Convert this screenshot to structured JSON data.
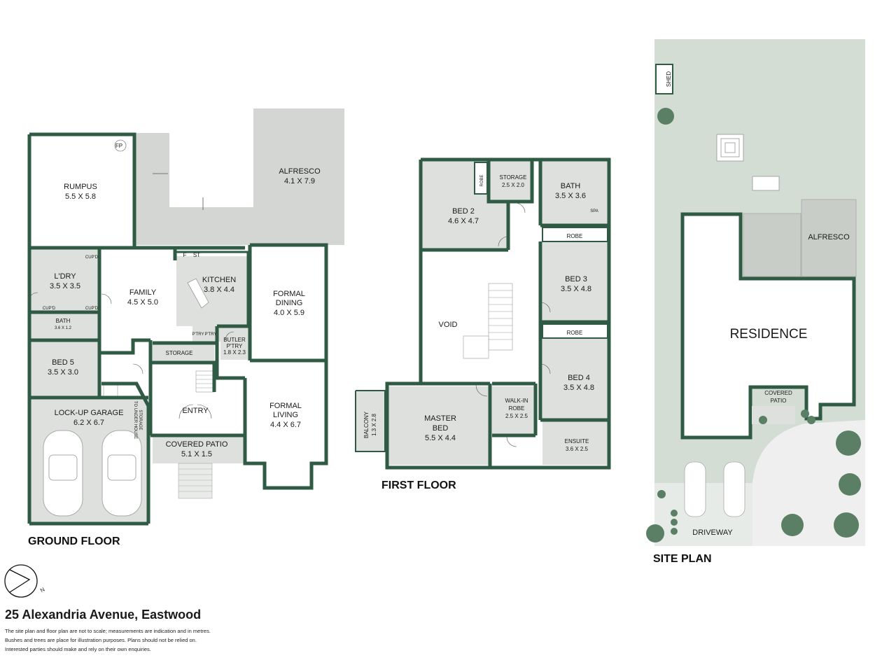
{
  "colors": {
    "wall": "#2f5a43",
    "room_fill": "#dde0dd",
    "outdoor_fill": "#d3d6d3",
    "site_fill": "#d4ddd4",
    "tree": "#5a7f64"
  },
  "ground_floor": {
    "label": "GROUND FLOOR",
    "rooms": {
      "rumpus": {
        "name": "RUMPUS",
        "dims": "5.5 X 5.8",
        "fp": "FP"
      },
      "alfresco": {
        "name": "ALFRESCO",
        "dims": "4.1 X 7.9"
      },
      "laundry": {
        "name": "L'DRY",
        "dims": "3.5 X 3.5",
        "cupd": "CUP'D"
      },
      "bath": {
        "name": "BATH",
        "dims": "3.6 X 1.2"
      },
      "family": {
        "name": "FAMILY",
        "dims": "4.5 X 5.0"
      },
      "kitchen": {
        "name": "KITCHEN",
        "dims": "3.8 X 4.4",
        "f": "F",
        "st": "ST",
        "ptry": "P'TRY"
      },
      "formal_dining": {
        "name1": "FORMAL",
        "name2": "DINING",
        "dims": "4.0 X 5.9"
      },
      "butler_pantry": {
        "name1": "BUTLER",
        "name2": "P'TRY",
        "dims": "1.8 X 2.3"
      },
      "storage": {
        "name": "STORAGE"
      },
      "bed5": {
        "name": "BED 5",
        "dims": "3.5 X 3.0"
      },
      "garage": {
        "name": "LOCK-UP GARAGE",
        "dims": "6.2 X 6.7",
        "note1": "TO UNDER HOUSE",
        "note2": "STORAGE"
      },
      "entry": {
        "name": "ENTRY"
      },
      "formal_living": {
        "name1": "FORMAL",
        "name2": "LIVING",
        "dims": "4.4 X 6.7"
      },
      "covered_patio": {
        "name": "COVERED PATIO",
        "dims": "5.1 X 1.5"
      }
    }
  },
  "first_floor": {
    "label": "FIRST FLOOR",
    "rooms": {
      "bed2": {
        "name": "BED 2",
        "dims": "4.6 X 4.7",
        "robe": "ROBE"
      },
      "storage": {
        "name": "STORAGE",
        "dims": "2.5 X 2.0"
      },
      "bath": {
        "name": "BATH",
        "dims": "3.5 X 3.6",
        "spa": "SPA"
      },
      "bed3": {
        "name": "BED 3",
        "dims": "3.5 X 4.8",
        "robe": "ROBE"
      },
      "void": {
        "name": "VOID"
      },
      "bed4": {
        "name": "BED 4",
        "dims": "3.5 X 4.8",
        "robe": "ROBE"
      },
      "balcony": {
        "name": "BALCONY",
        "dims": "1.3 X 2.8"
      },
      "master": {
        "name1": "MASTER",
        "name2": "BED",
        "dims": "5.5 X 4.4"
      },
      "wir": {
        "name1": "WALK-IN",
        "name2": "ROBE",
        "dims": "2.5 X 2.5"
      },
      "ensuite": {
        "name": "ENSUITE",
        "dims": "3.6 X 2.5"
      }
    }
  },
  "site_plan": {
    "label": "SITE PLAN",
    "shed": "SHED",
    "alfresco": "ALFRESCO",
    "residence": "RESIDENCE",
    "covered_patio1": "COVERED",
    "covered_patio2": "PATIO",
    "driveway": "DRIVEWAY"
  },
  "compass": {
    "label": "N"
  },
  "footer": {
    "address": "25 Alexandria Avenue, Eastwood",
    "disclaimer1": "The site plan and floor plan are not to scale; measurements are indication and in metres.",
    "disclaimer2": "Bushes and trees are place for illustration purposes. Plans should not be relied on.",
    "disclaimer3": "Interested parties should make and rely on their own enquiries."
  }
}
